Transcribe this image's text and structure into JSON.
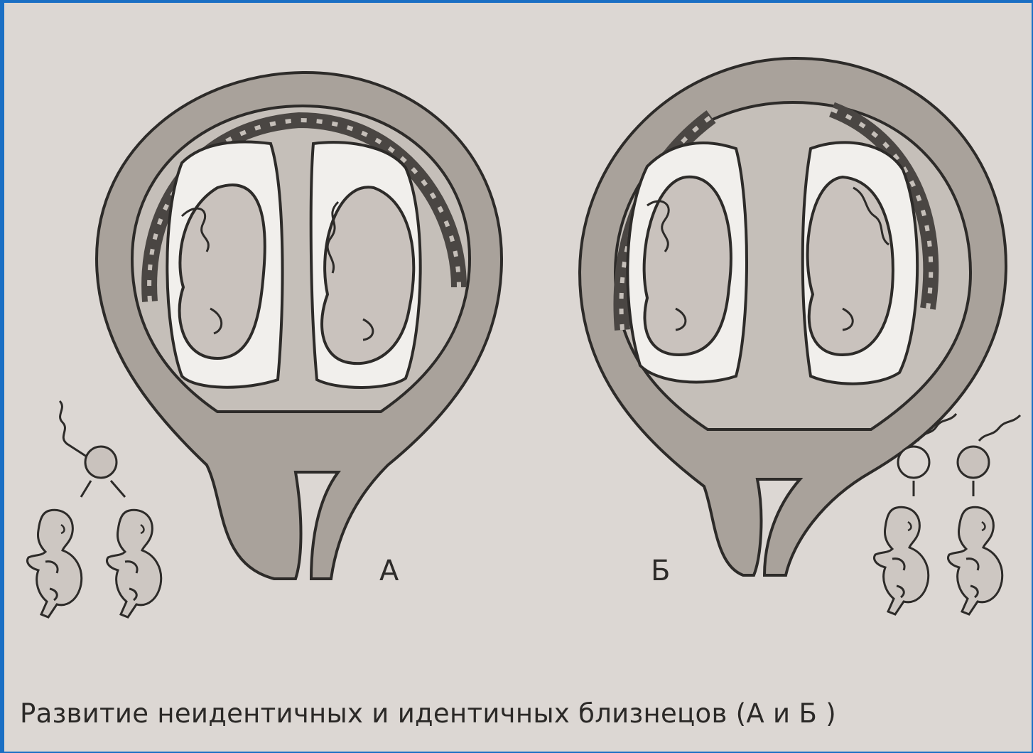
{
  "figure": {
    "label_a": "А",
    "label_b": "Б",
    "caption": "Развитие неидентичных и идентичных близнецов (А и Б )"
  },
  "colors": {
    "border": "#1a6fc4",
    "paper": "#dcd7d3",
    "wall": "#a9a29b",
    "ink": "#2d2b29",
    "fetus": "#c9c2bd",
    "cavity": "#f1efec"
  }
}
